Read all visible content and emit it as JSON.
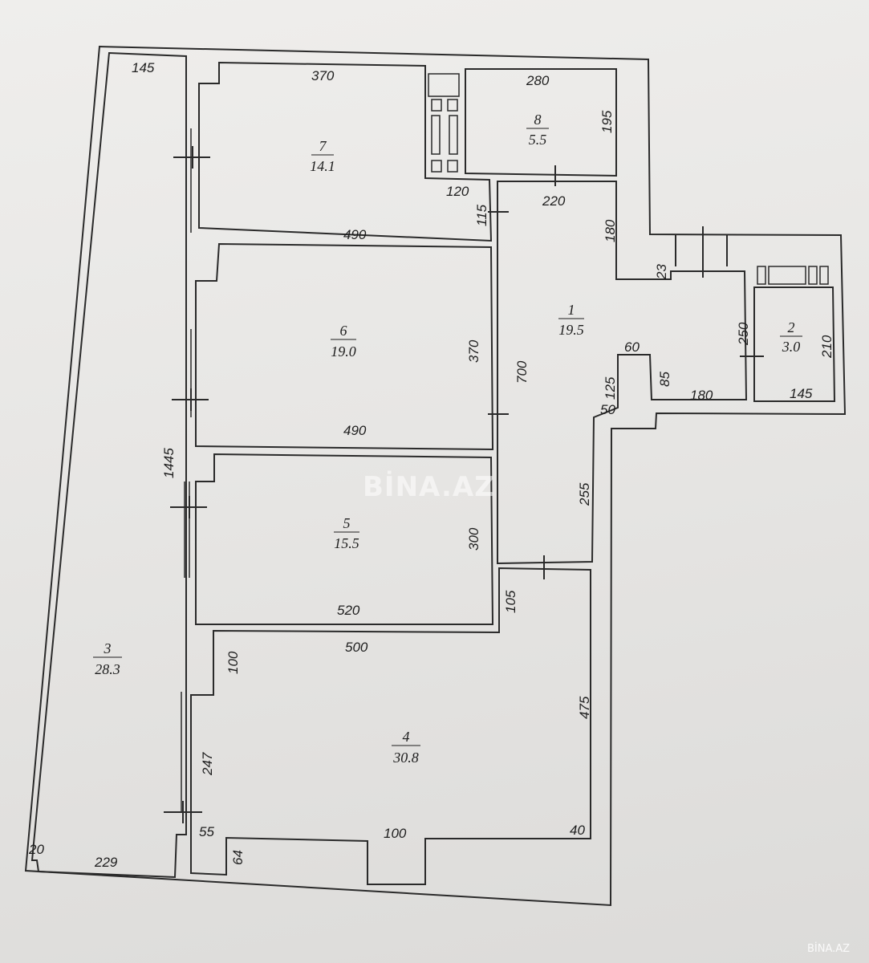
{
  "watermark": {
    "center": "BİNA.AZ",
    "corner": "BİNA.AZ"
  },
  "rooms": [
    {
      "id": "room-1",
      "number": "1",
      "area": "19.5"
    },
    {
      "id": "room-2",
      "number": "2",
      "area": "3.0"
    },
    {
      "id": "room-3",
      "number": "3",
      "area": "28.3"
    },
    {
      "id": "room-4",
      "number": "4",
      "area": "30.8"
    },
    {
      "id": "room-5",
      "number": "5",
      "area": "15.5"
    },
    {
      "id": "room-6",
      "number": "6",
      "area": "19.0"
    },
    {
      "id": "room-7",
      "number": "7",
      "area": "14.1"
    },
    {
      "id": "room-8",
      "number": "8",
      "area": "5.5"
    }
  ],
  "dimensions": {
    "d_145_top": "145",
    "d_370_r7": "370",
    "d_280": "280",
    "d_195": "195",
    "d_120": "120",
    "d_115": "115",
    "d_220": "220",
    "d_490_r7": "490",
    "d_180_top": "180",
    "d_23": "23",
    "d_370_r6": "370",
    "d_700": "700",
    "d_250": "250",
    "d_210": "210",
    "d_60": "60",
    "d_85": "85",
    "d_180_bot": "180",
    "d_145_r2": "145",
    "d_125": "125",
    "d_50": "50",
    "d_490_r6": "490",
    "d_1445": "1445",
    "d_255": "255",
    "d_300": "300",
    "d_520": "520",
    "d_105": "105",
    "d_500": "500",
    "d_100_left": "100",
    "d_475": "475",
    "d_247": "247",
    "d_55": "55",
    "d_100_bot": "100",
    "d_40": "40",
    "d_64": "64",
    "d_20": "20",
    "d_229": "229"
  }
}
